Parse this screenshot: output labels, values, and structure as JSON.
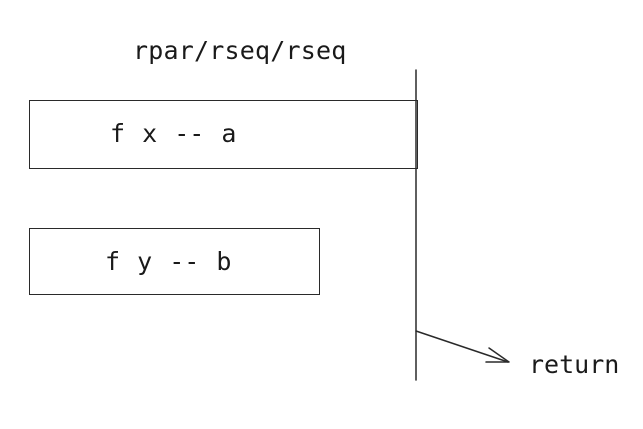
{
  "title": "rpar/rseq/rseq",
  "tasks": [
    {
      "label": "f x -- a"
    },
    {
      "label": "f y -- b"
    }
  ],
  "return_label": "return"
}
